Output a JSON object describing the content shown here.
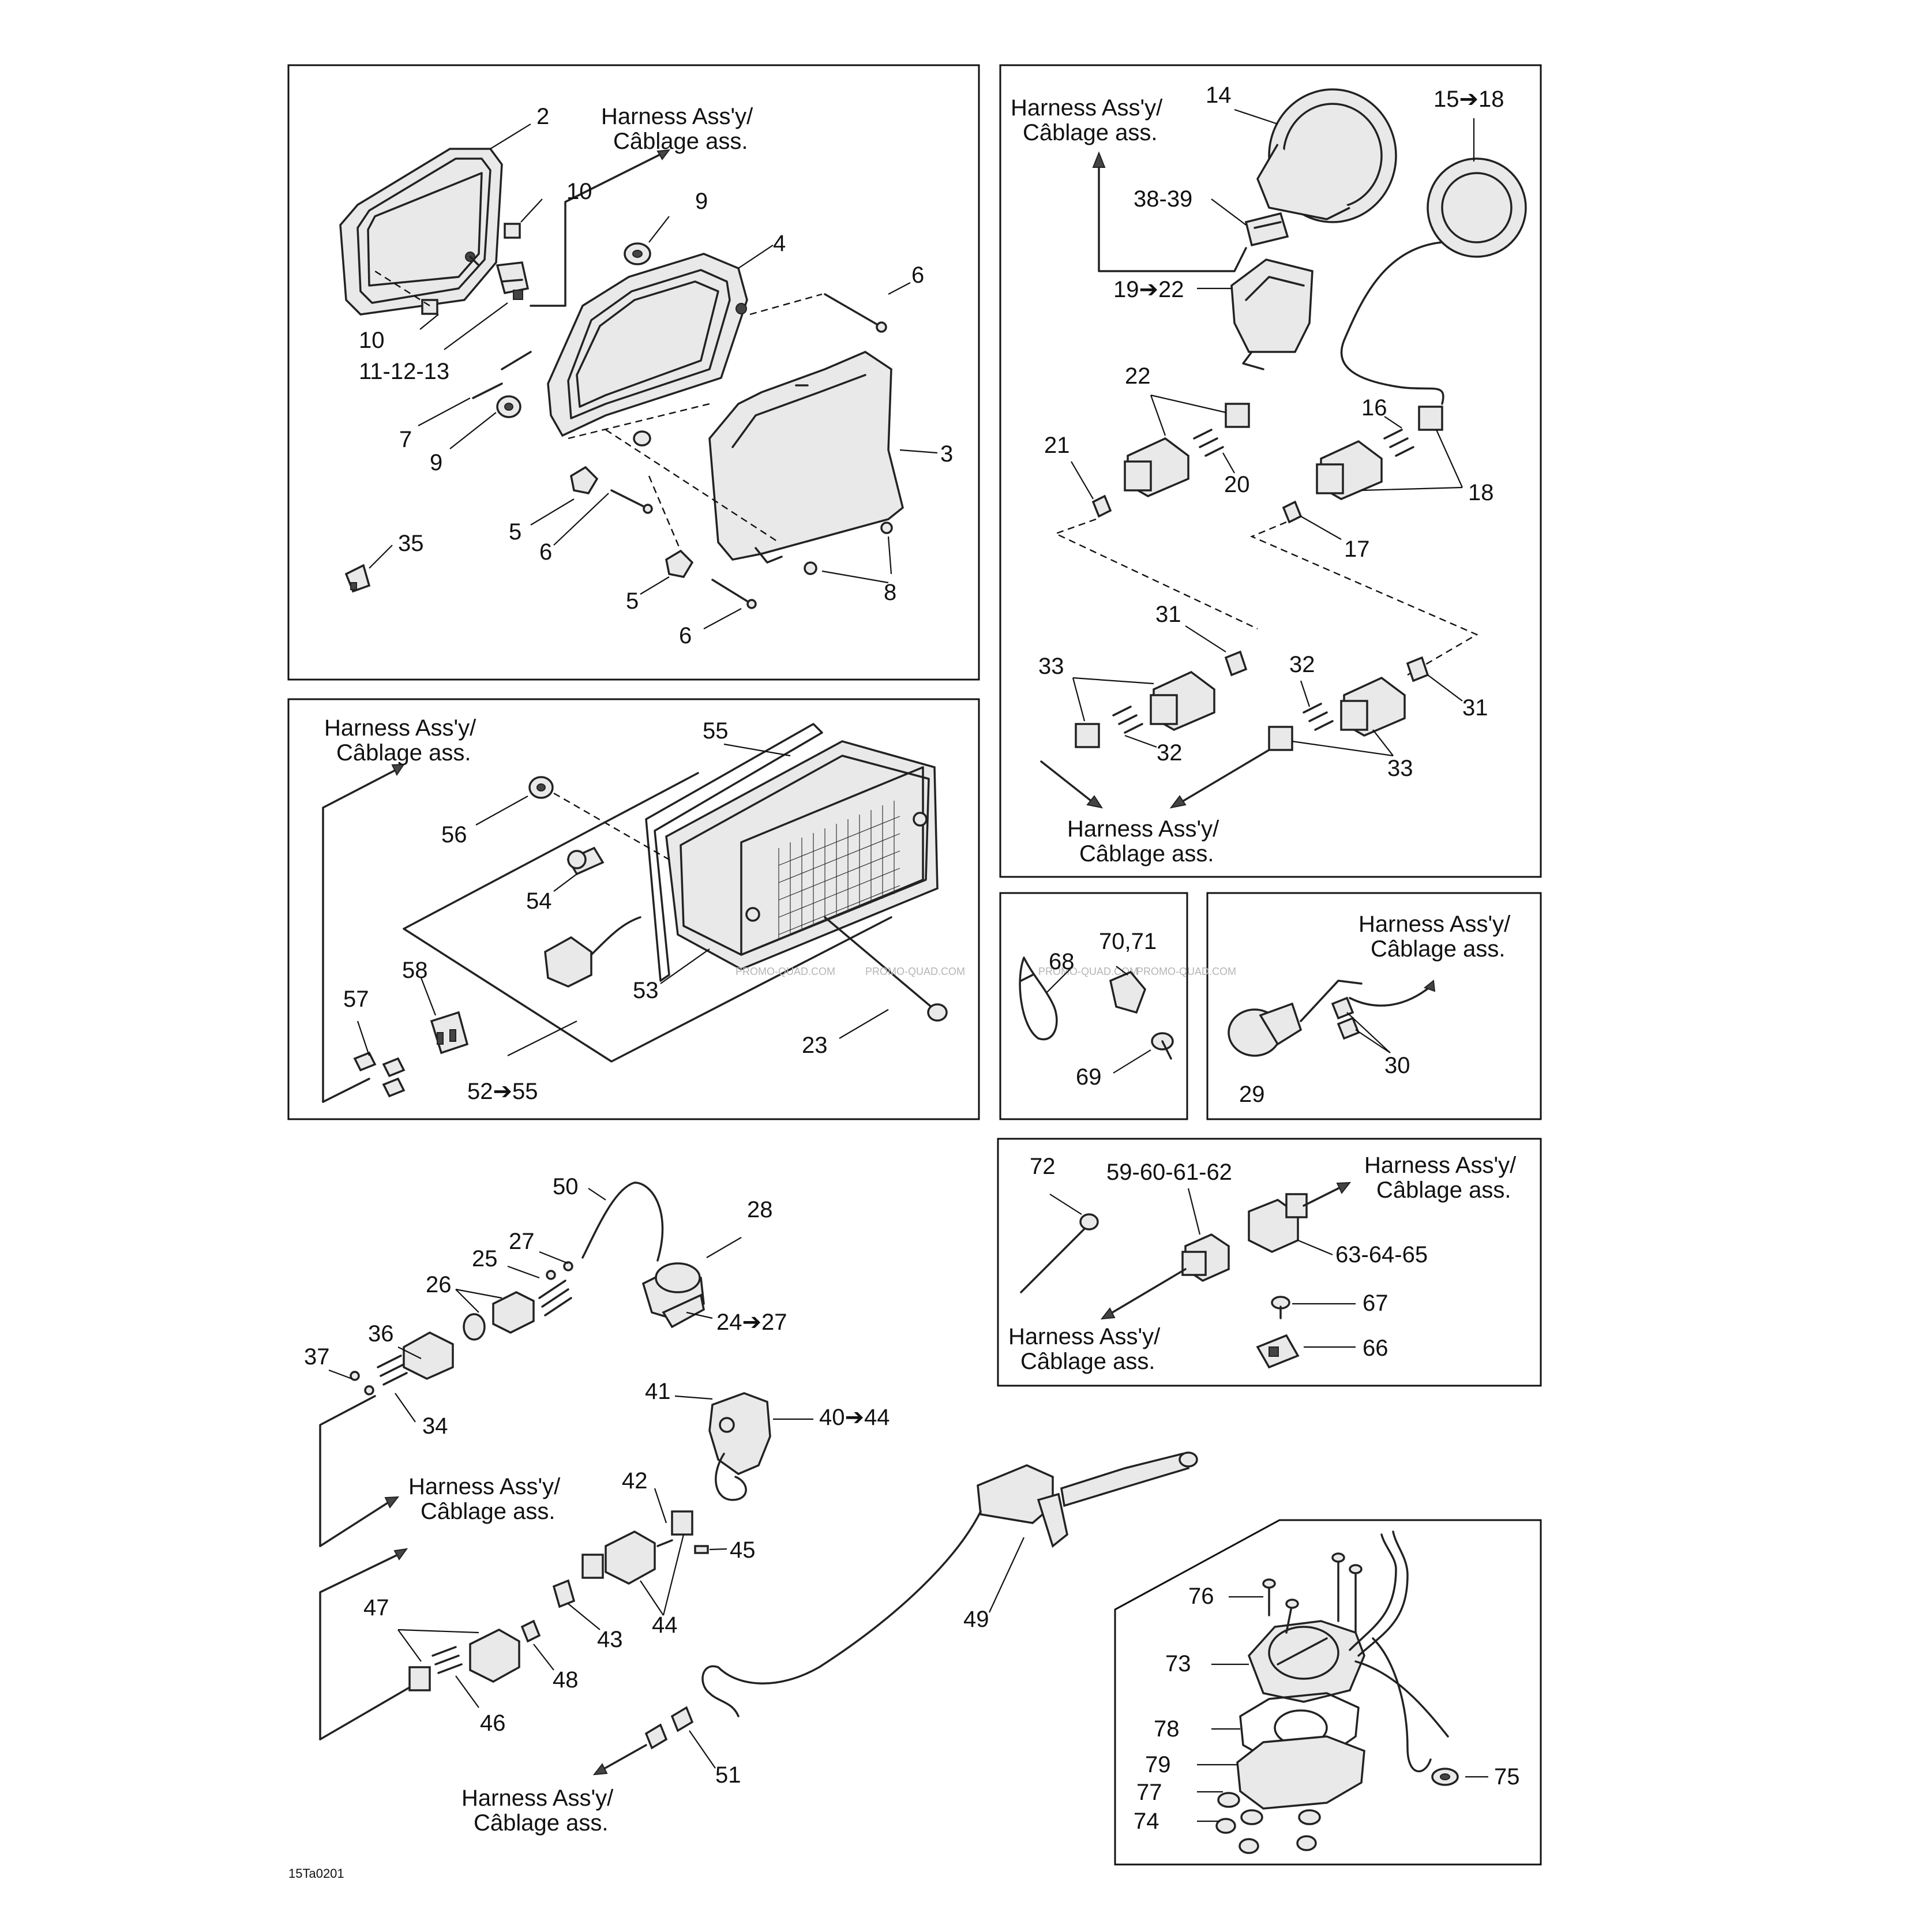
{
  "diagram": {
    "harness_label": [
      "Harness Ass'y/",
      "Câblage ass."
    ],
    "code": "15Ta0201",
    "watermark": "PROMO-QUAD.COM",
    "callouts": {
      "c2": "2",
      "c10a": "10",
      "c10b": "10",
      "c9a": "9",
      "c4": "4",
      "c6a": "6",
      "c111213": "11-12-13",
      "c7": "7",
      "c9b": "9",
      "c3": "3",
      "c5a": "5",
      "c6b": "6",
      "c35": "35",
      "c5b": "5",
      "c8": "8",
      "c6c": "6",
      "c14": "14",
      "c1518": "15➔18",
      "c3839": "38-39",
      "c1922": "19➔22",
      "c22": "22",
      "c21": "21",
      "c20": "20",
      "c16": "16",
      "c18": "18",
      "c17": "17",
      "c31a": "31",
      "c33a": "33",
      "c32a": "32",
      "c32b": "32",
      "c31b": "31",
      "c33b": "33",
      "c55": "55",
      "c56": "56",
      "c54": "54",
      "c58": "58",
      "c57": "57",
      "c53": "53",
      "c23": "23",
      "c5255": "52➔55",
      "c68": "68",
      "c7071": "70,71",
      "c69": "69",
      "c29": "29",
      "c30": "30",
      "c72": "72",
      "c59626": "59-60-61-62",
      "c636465": "63-64-65",
      "c67": "67",
      "c66": "66",
      "c50": "50",
      "c28": "28",
      "c27": "27",
      "c25": "25",
      "c26": "26",
      "c2427": "24➔27",
      "c36": "36",
      "c37": "37",
      "c34": "34",
      "c41": "41",
      "c4044": "40➔44",
      "c42": "42",
      "c45": "45",
      "c44": "44",
      "c43": "43",
      "c47": "47",
      "c46": "46",
      "c48": "48",
      "c49": "49",
      "c51": "51",
      "c76": "76",
      "c73": "73",
      "c78": "78",
      "c79": "79",
      "c77": "77",
      "c74": "74",
      "c75": "75"
    }
  }
}
